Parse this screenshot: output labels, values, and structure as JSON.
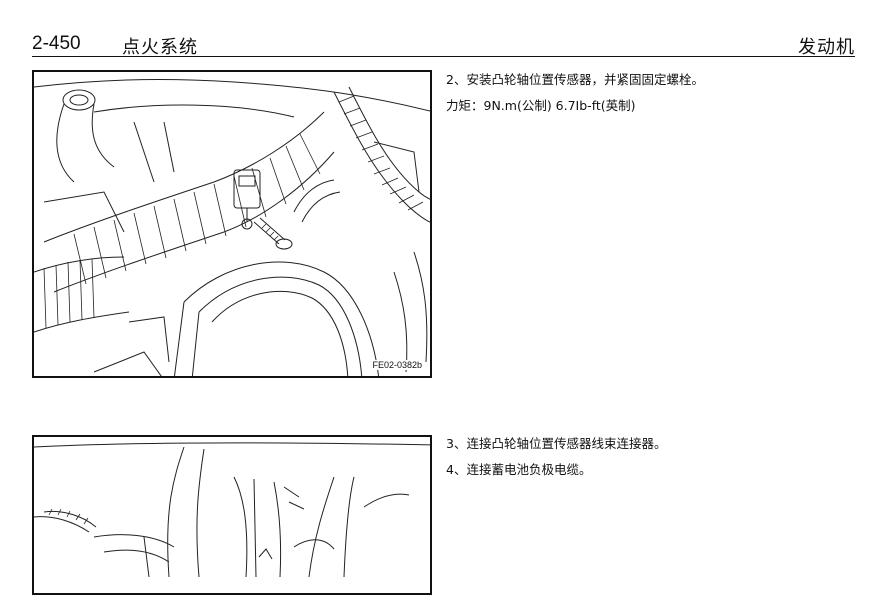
{
  "header": {
    "page_number": "2-450",
    "section_title": "点火系统",
    "chapter_title": "发动机"
  },
  "figure1": {
    "code": "FE02-0382b"
  },
  "steps_block1": {
    "step2": "2、安装凸轮轴位置传感器，并紧固固定螺栓。",
    "torque": "力矩：9N.m(公制) 6.7Ib-ft(英制)"
  },
  "steps_block2": {
    "step3": "3、连接凸轮轴位置传感器线束连接器。",
    "step4": "4、连接蓄电池负极电缆。"
  }
}
